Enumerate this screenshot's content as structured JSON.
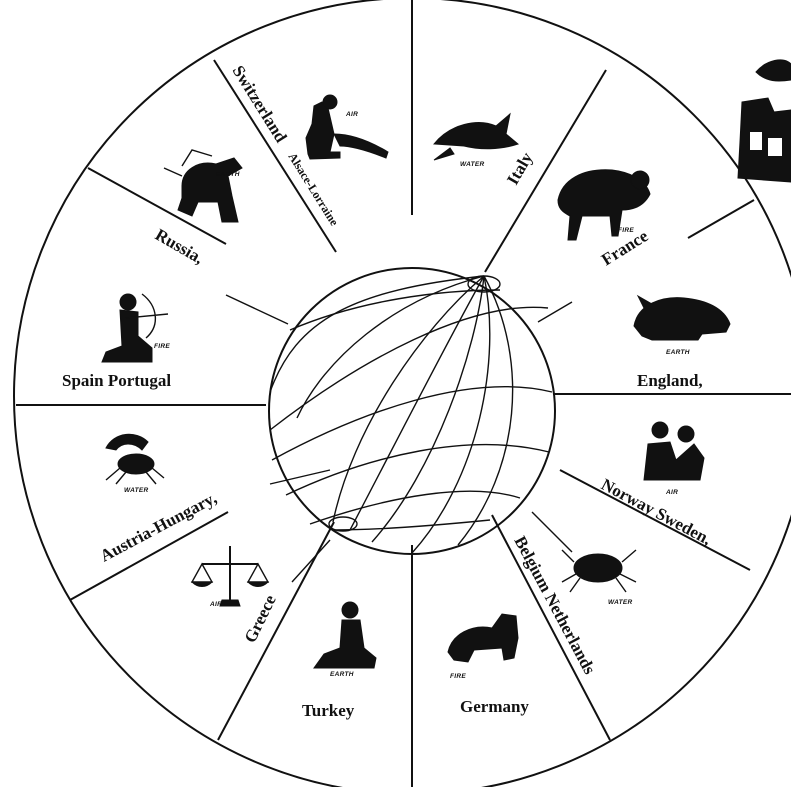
{
  "segments": [
    {
      "country": "Switzerland",
      "country2": "Alsace-Lorraine",
      "element": "AIR",
      "icon": "aquarius-icon"
    },
    {
      "country": "Italy",
      "element": "WATER",
      "icon": "pisces-fish-icon"
    },
    {
      "country": "France",
      "element": "FIRE",
      "icon": "aries-ram-icon"
    },
    {
      "country": "England,",
      "element": "EARTH",
      "icon": "taurus-bull-icon"
    },
    {
      "country": "Norway Sweden,",
      "element": "AIR",
      "icon": "gemini-twins-icon"
    },
    {
      "country": "Belgium Netherlands",
      "element": "WATER",
      "icon": "cancer-crab-icon"
    },
    {
      "country": "Germany",
      "element": "FIRE",
      "icon": "leo-lion-icon"
    },
    {
      "country": "Turkey",
      "element": "EARTH",
      "icon": "virgo-maiden-icon"
    },
    {
      "country": "Greece",
      "element": "AIR",
      "icon": "libra-scales-icon"
    },
    {
      "country": "Austria-Hungary,",
      "element": "WATER",
      "icon": "scorpio-scorpion-icon"
    },
    {
      "country": "Spain Portugal",
      "element": "FIRE",
      "icon": "sagittarius-archer-icon"
    },
    {
      "country": "Russia,",
      "element": "EARTH",
      "icon": "capricorn-goat-icon"
    }
  ],
  "center_icon": "globe-icon",
  "corner_icon": "building-scrap-icon"
}
